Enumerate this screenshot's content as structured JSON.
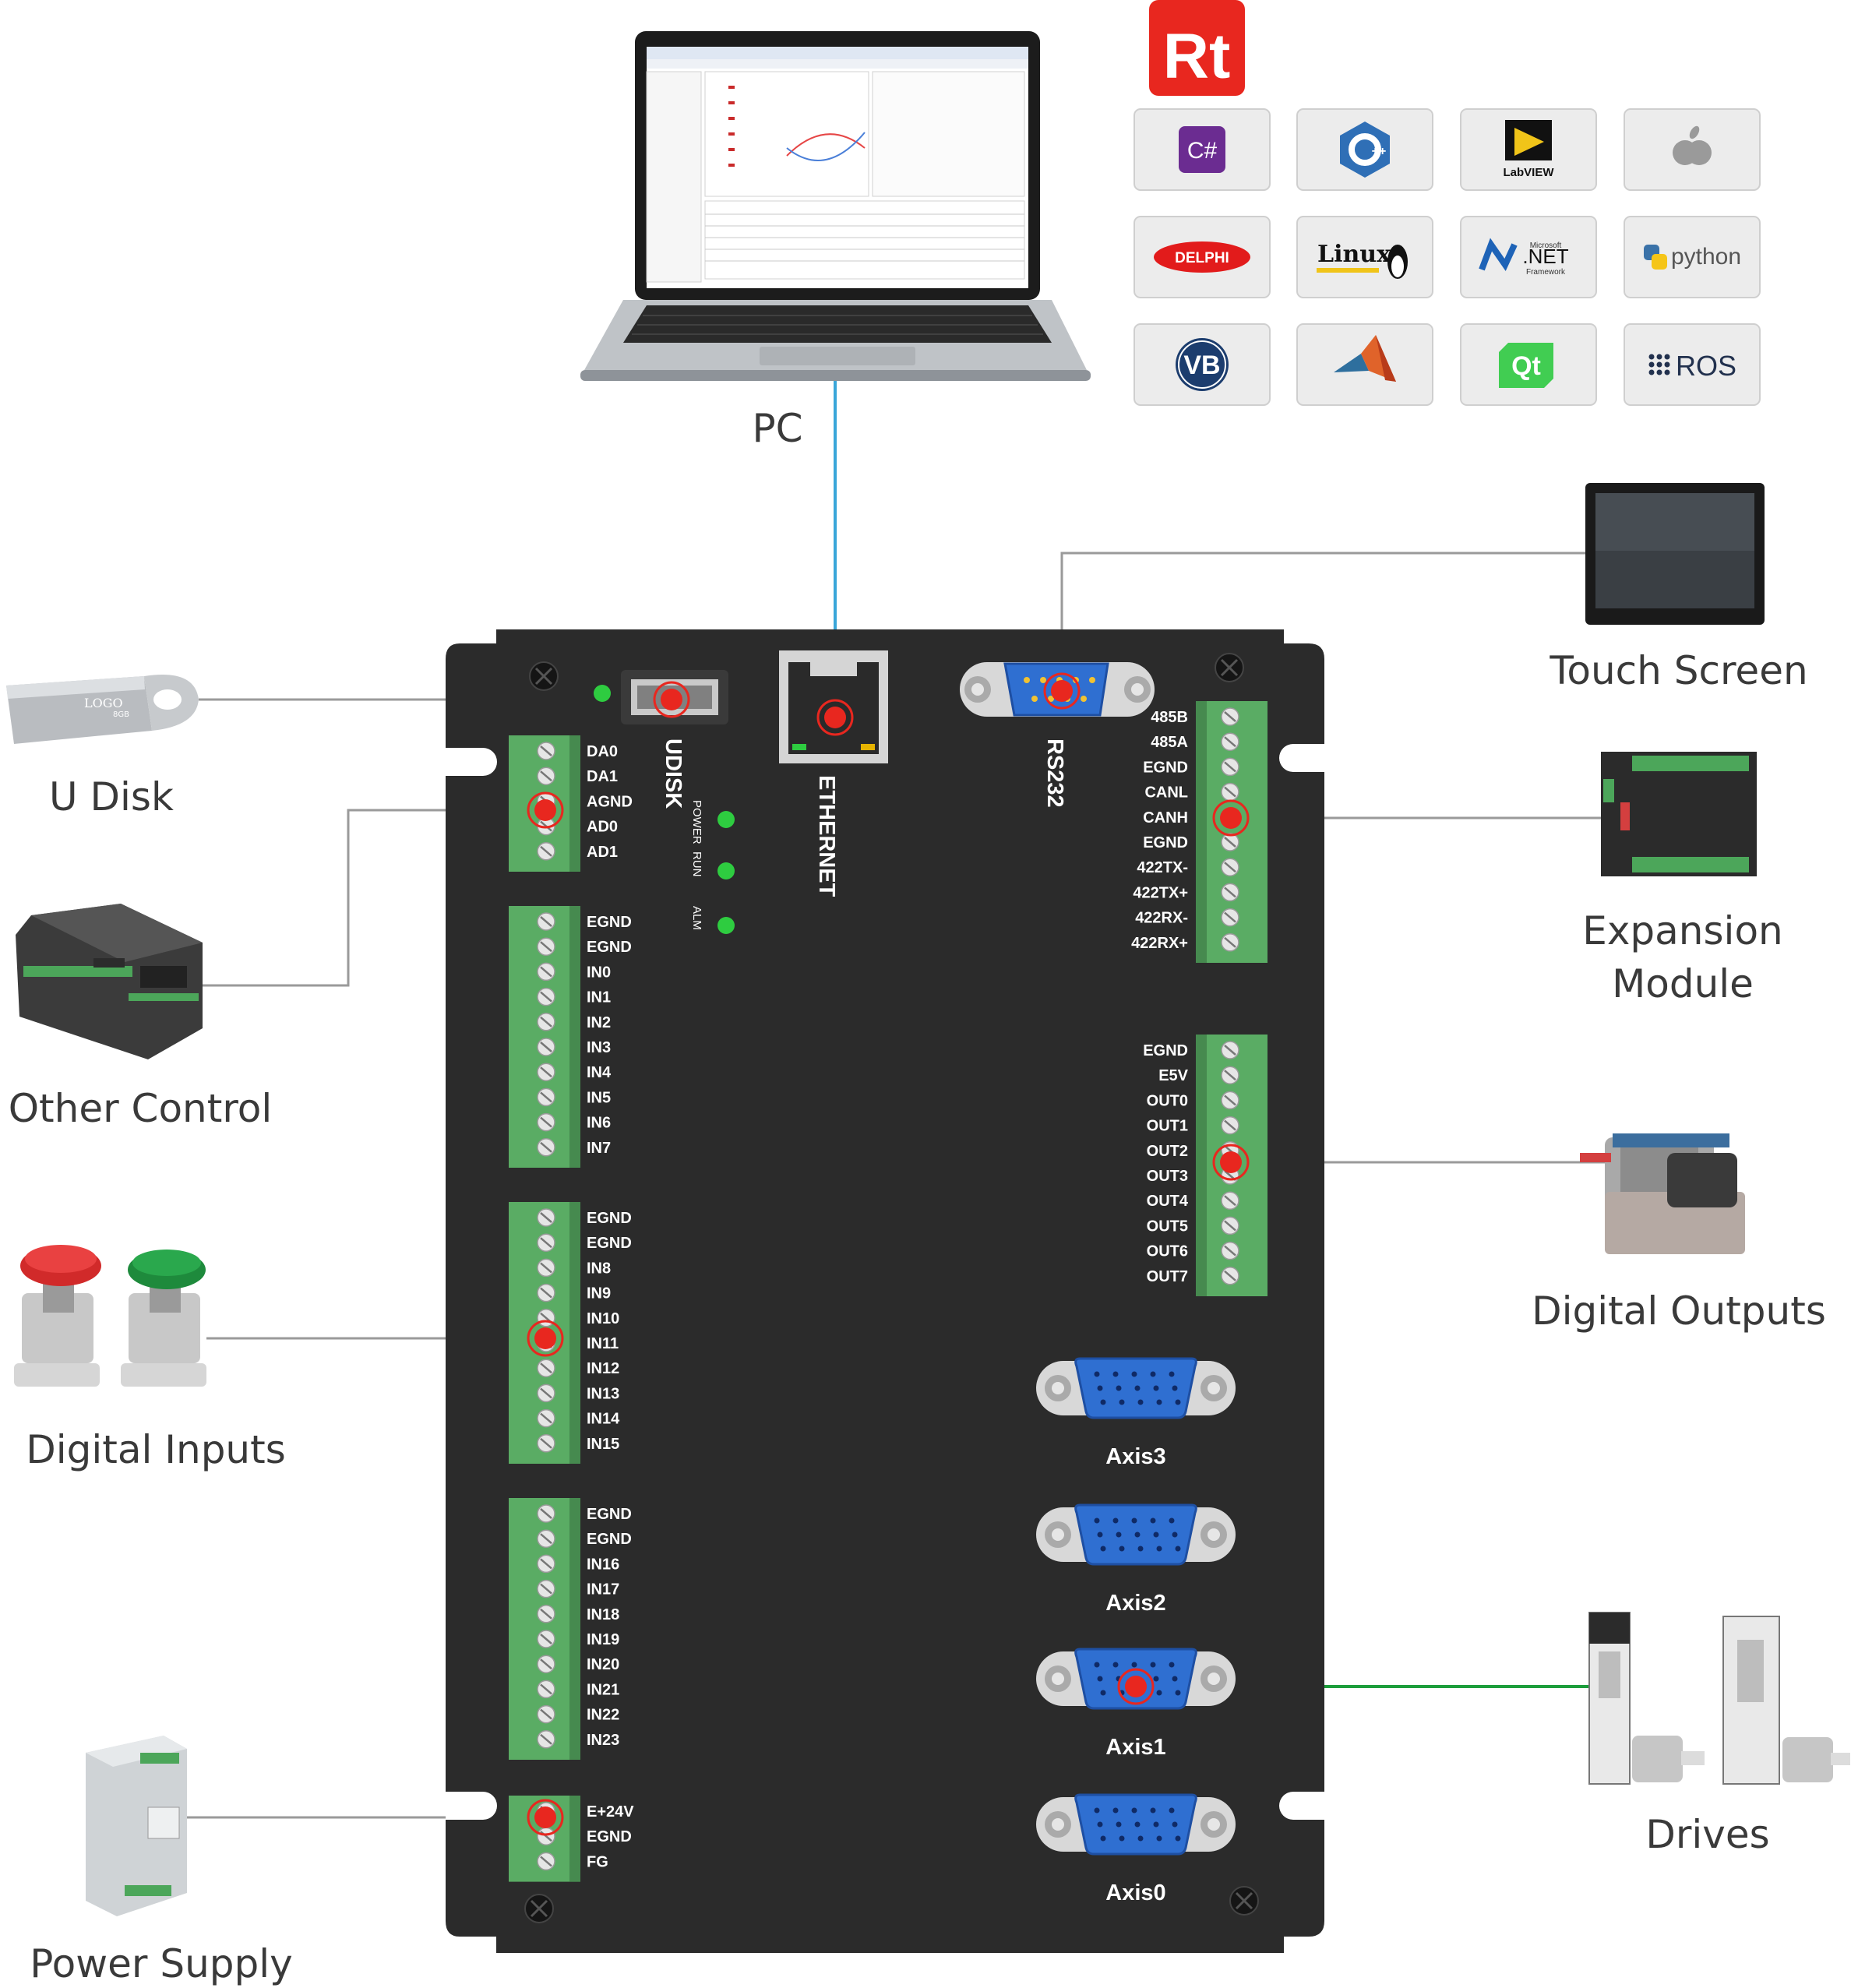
{
  "brand": {
    "logo_text": "Rt",
    "accent": "#e8271f"
  },
  "devices": {
    "pc": "PC",
    "udisk": "U Disk",
    "other_control": "Other Control",
    "digital_inputs": "Digital  Inputs",
    "power_supply": "Power  Supply",
    "touch_screen": "Touch Screen",
    "expansion_line1": "Expansion",
    "expansion_line2": "Module",
    "digital_outputs": "Digital Outputs",
    "drives": "Drives",
    "udisk_logo": "LOGO",
    "udisk_cap": "8GB"
  },
  "software": [
    {
      "name": "C#",
      "icon": "csharp-icon"
    },
    {
      "name": "C++",
      "icon": "cplusplus-icon"
    },
    {
      "name": "LabVIEW",
      "icon": "labview-icon"
    },
    {
      "name": "",
      "icon": "apple-icon"
    },
    {
      "name": "DELPHI",
      "icon": "delphi-icon"
    },
    {
      "name": "Linux",
      "icon": "linux-icon"
    },
    {
      "name": ".NET",
      "icon": "dotnet-icon"
    },
    {
      "name": "python",
      "icon": "python-icon"
    },
    {
      "name": "VB",
      "icon": "vb-icon"
    },
    {
      "name": "",
      "icon": "matlab-icon"
    },
    {
      "name": "Qt",
      "icon": "qt-icon"
    },
    {
      "name": "ROS",
      "icon": "ros-icon"
    }
  ],
  "dotnet_sub": {
    "top": "Microsoft",
    "bottom": "Framework"
  },
  "controller": {
    "udisk_port": "UDISK",
    "ethernet_port": "ETHERNET",
    "rs232_port": "RS232",
    "leds": [
      "POWER",
      "RUN",
      "ALM"
    ],
    "block_analog": [
      "DA0",
      "DA1",
      "AGND",
      "AD0",
      "AD1"
    ],
    "block_in_a": [
      "EGND",
      "EGND",
      "IN0",
      "IN1",
      "IN2",
      "IN3",
      "IN4",
      "IN5",
      "IN6",
      "IN7"
    ],
    "block_in_b": [
      "EGND",
      "EGND",
      "IN8",
      "IN9",
      "IN10",
      "IN11",
      "IN12",
      "IN13",
      "IN14",
      "IN15"
    ],
    "block_in_c": [
      "EGND",
      "EGND",
      "IN16",
      "IN17",
      "IN18",
      "IN19",
      "IN20",
      "IN21",
      "IN22",
      "IN23"
    ],
    "block_power": [
      "E+24V",
      "EGND",
      "FG"
    ],
    "block_comm": [
      "485B",
      "485A",
      "EGND",
      "CANL",
      "CANH",
      "EGND",
      "422TX-",
      "422TX+",
      "422RX-",
      "422RX+"
    ],
    "block_out": [
      "EGND",
      "E5V",
      "OUT0",
      "OUT1",
      "OUT2",
      "OUT3",
      "OUT4",
      "OUT5",
      "OUT6",
      "OUT7"
    ],
    "axes": [
      "Axis3",
      "Axis2",
      "Axis1",
      "Axis0"
    ]
  },
  "colors": {
    "terminal_green": "#5aac64",
    "led_green": "#2ecc40",
    "ethernet_line": "#3aa6d9",
    "axis_line": "#1d9e3c",
    "panel": "#2b2b2b",
    "connector_blue": "#2f6fd1"
  }
}
